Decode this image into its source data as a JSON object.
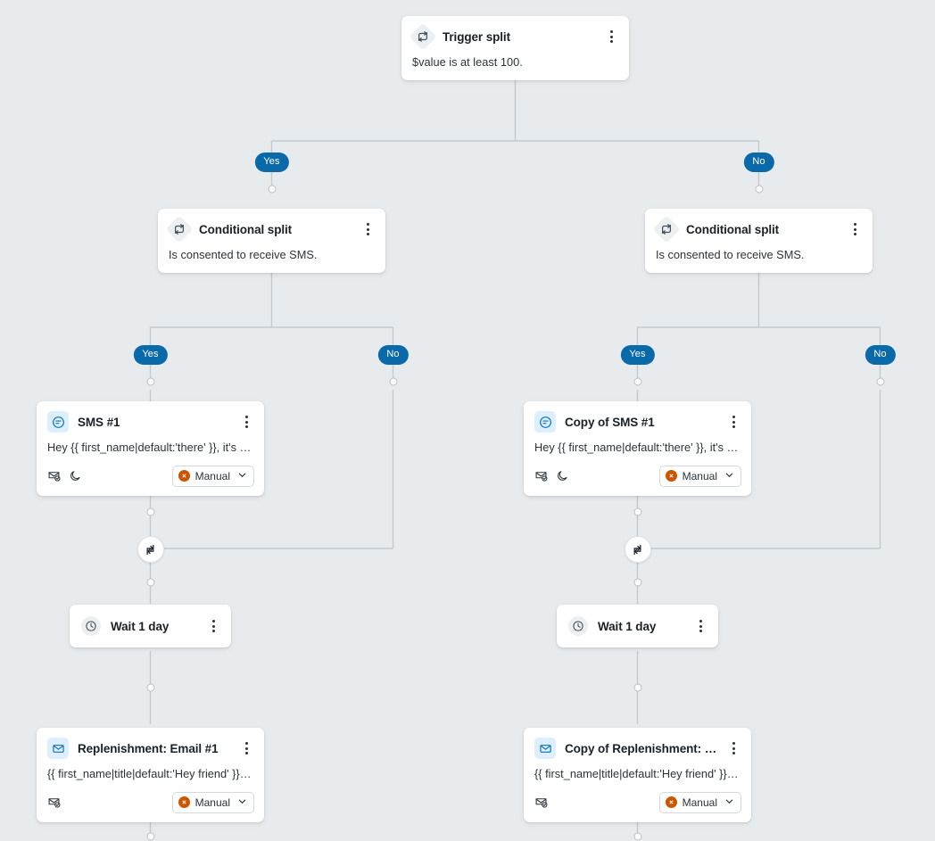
{
  "canvas": {
    "background": "#e8ebed",
    "edge_color": "#c3c9ce",
    "accent_blue": "#0a69a8",
    "manual_orange": "#cc5500",
    "icon_blue": "#0b72b5"
  },
  "branch_labels": {
    "yes": "Yes",
    "no": "No"
  },
  "nodes": {
    "trigger_split": {
      "title": "Trigger split",
      "body": "$value is at least 100.",
      "icon": "split-icon",
      "menu": "kebab-menu-icon"
    },
    "conditional_split_left": {
      "title": "Conditional split",
      "body": "Is consented to receive SMS.",
      "icon": "split-icon",
      "menu": "kebab-menu-icon"
    },
    "conditional_split_right": {
      "title": "Conditional split",
      "body": "Is consented to receive SMS.",
      "icon": "split-icon",
      "menu": "kebab-menu-icon"
    },
    "sms_left": {
      "title": "SMS #1",
      "body": "Hey {{ first_name|default:'there' }}, it's be…",
      "icon": "sms-bubble-icon",
      "menu": "kebab-menu-icon",
      "foot_icons": [
        "smart-sending-icon",
        "quiet-hours-icon"
      ],
      "status": "Manual"
    },
    "sms_right": {
      "title": "Copy of SMS #1",
      "body": "Hey {{ first_name|default:'there' }}, it's be…",
      "icon": "sms-bubble-icon",
      "menu": "kebab-menu-icon",
      "foot_icons": [
        "smart-sending-icon",
        "quiet-hours-icon"
      ],
      "status": "Manual"
    },
    "wait_left": {
      "title": "Wait 1 day",
      "icon": "clock-icon",
      "menu": "kebab-menu-icon"
    },
    "wait_right": {
      "title": "Wait 1 day",
      "icon": "clock-icon",
      "menu": "kebab-menu-icon"
    },
    "email_left": {
      "title": "Replenishment: Email #1",
      "body": "{{ first_name|title|default:'Hey friend' }}, r…",
      "icon": "email-envelope-icon",
      "menu": "kebab-menu-icon",
      "foot_icons": [
        "smart-sending-icon"
      ],
      "status": "Manual"
    },
    "email_right": {
      "title": "Copy of Replenishment: Em…",
      "body": "{{ first_name|title|default:'Hey friend' }}, r…",
      "icon": "email-envelope-icon",
      "menu": "kebab-menu-icon",
      "foot_icons": [
        "smart-sending-icon"
      ],
      "status": "Manual"
    },
    "loop_left": {
      "icon": "swap-arrows-icon"
    },
    "loop_right": {
      "icon": "swap-arrows-icon"
    }
  }
}
